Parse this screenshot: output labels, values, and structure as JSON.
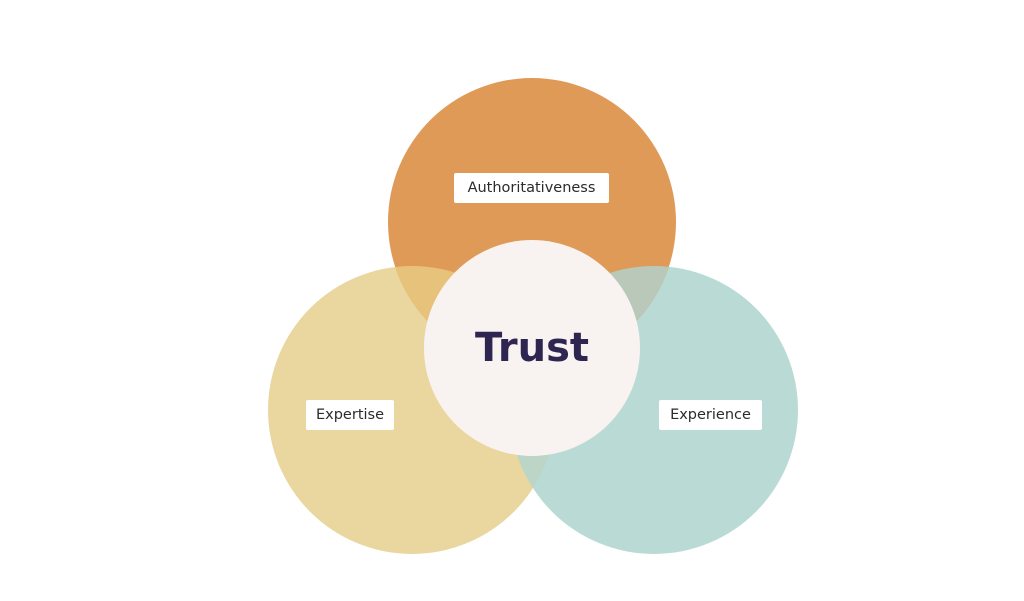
{
  "center_label": "Trust",
  "circles": [
    {
      "label": "Authoritativeness",
      "color": "#E09A57"
    },
    {
      "label": "Expertise",
      "color": "#EAD79F"
    },
    {
      "label": "Experience",
      "color": "#BADBD5"
    }
  ],
  "colors": {
    "center": "#F8F3F1",
    "overlap_authority_expertise": "#E6C27A",
    "overlap_authority_experience": "#B9C8B9",
    "overlap_expertise_experience": "#BCD5C6",
    "text": "#2E2550"
  }
}
